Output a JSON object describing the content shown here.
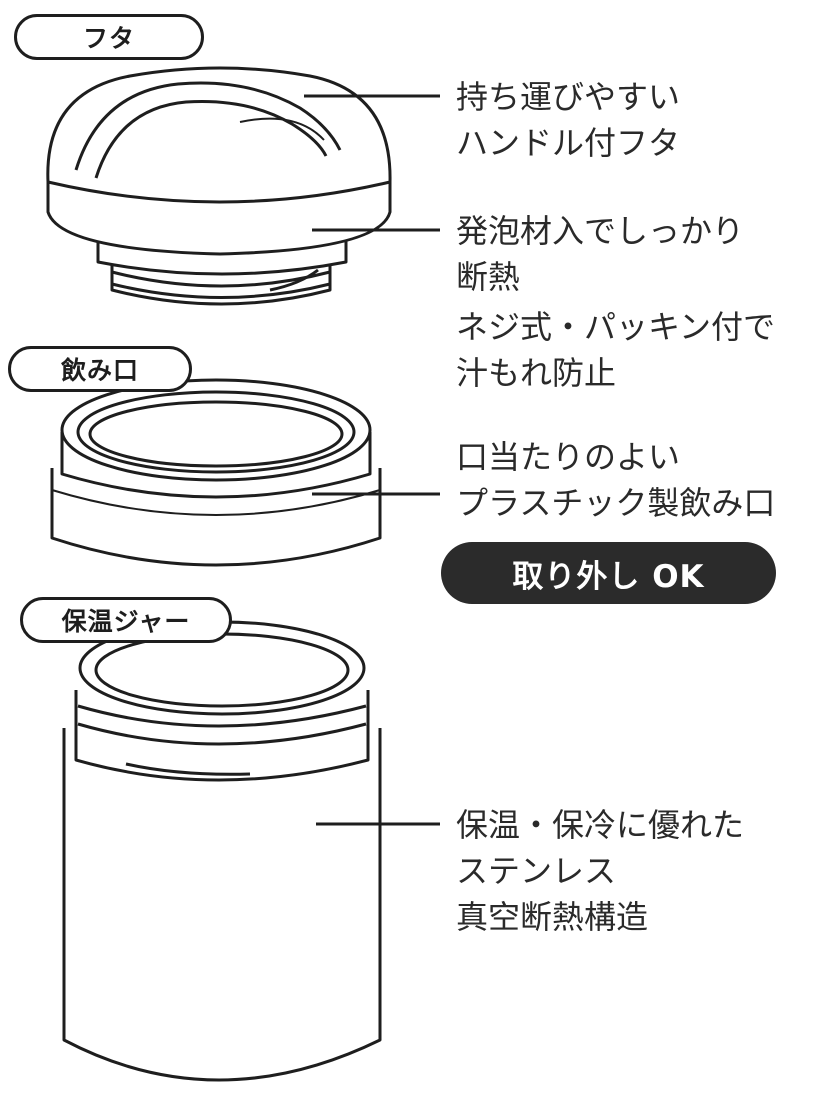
{
  "parts": {
    "lid": "フタ",
    "mouthpiece": "飲み口",
    "jar": "保温ジャー"
  },
  "notes": {
    "lid_handle": [
      "持ち運びやすい",
      "ハンドル付フタ"
    ],
    "lid_insulation": [
      "発泡材入でしっかり",
      "断熱"
    ],
    "lid_seal": [
      "ネジ式・パッキン付で",
      "汁もれ防止"
    ],
    "mouth_material": [
      "口当たりのよい",
      "プラスチック製飲み口"
    ],
    "removable": "取り外し OK",
    "jar_structure": [
      "保温・保冷に優れた",
      "ステンレス",
      "真空断熱構造"
    ]
  }
}
